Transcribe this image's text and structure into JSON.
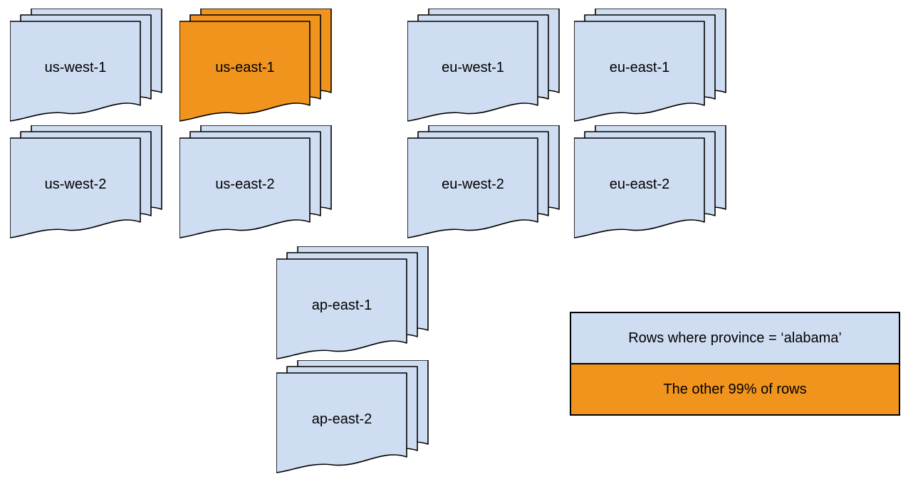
{
  "stacks": [
    {
      "label": "us-west-1",
      "variant": "blue"
    },
    {
      "label": "us-east-1",
      "variant": "orange"
    },
    {
      "label": "eu-west-1",
      "variant": "blue"
    },
    {
      "label": "eu-east-1",
      "variant": "blue"
    },
    {
      "label": "us-west-2",
      "variant": "blue"
    },
    {
      "label": "us-east-2",
      "variant": "blue"
    },
    {
      "label": "eu-west-2",
      "variant": "blue"
    },
    {
      "label": "eu-east-2",
      "variant": "blue"
    },
    {
      "label": "ap-east-1",
      "variant": "blue"
    },
    {
      "label": "ap-east-2",
      "variant": "blue"
    }
  ],
  "legend": {
    "items": [
      {
        "label": "Rows where province = ‘alabama’",
        "color": "#cfddf2"
      },
      {
        "label": "The other 99% of rows",
        "color": "#f0941e"
      }
    ]
  },
  "colors": {
    "region_default": "#cfddf2",
    "region_highlight": "#f0941e",
    "border": "#000000",
    "background": "#ffffff"
  }
}
